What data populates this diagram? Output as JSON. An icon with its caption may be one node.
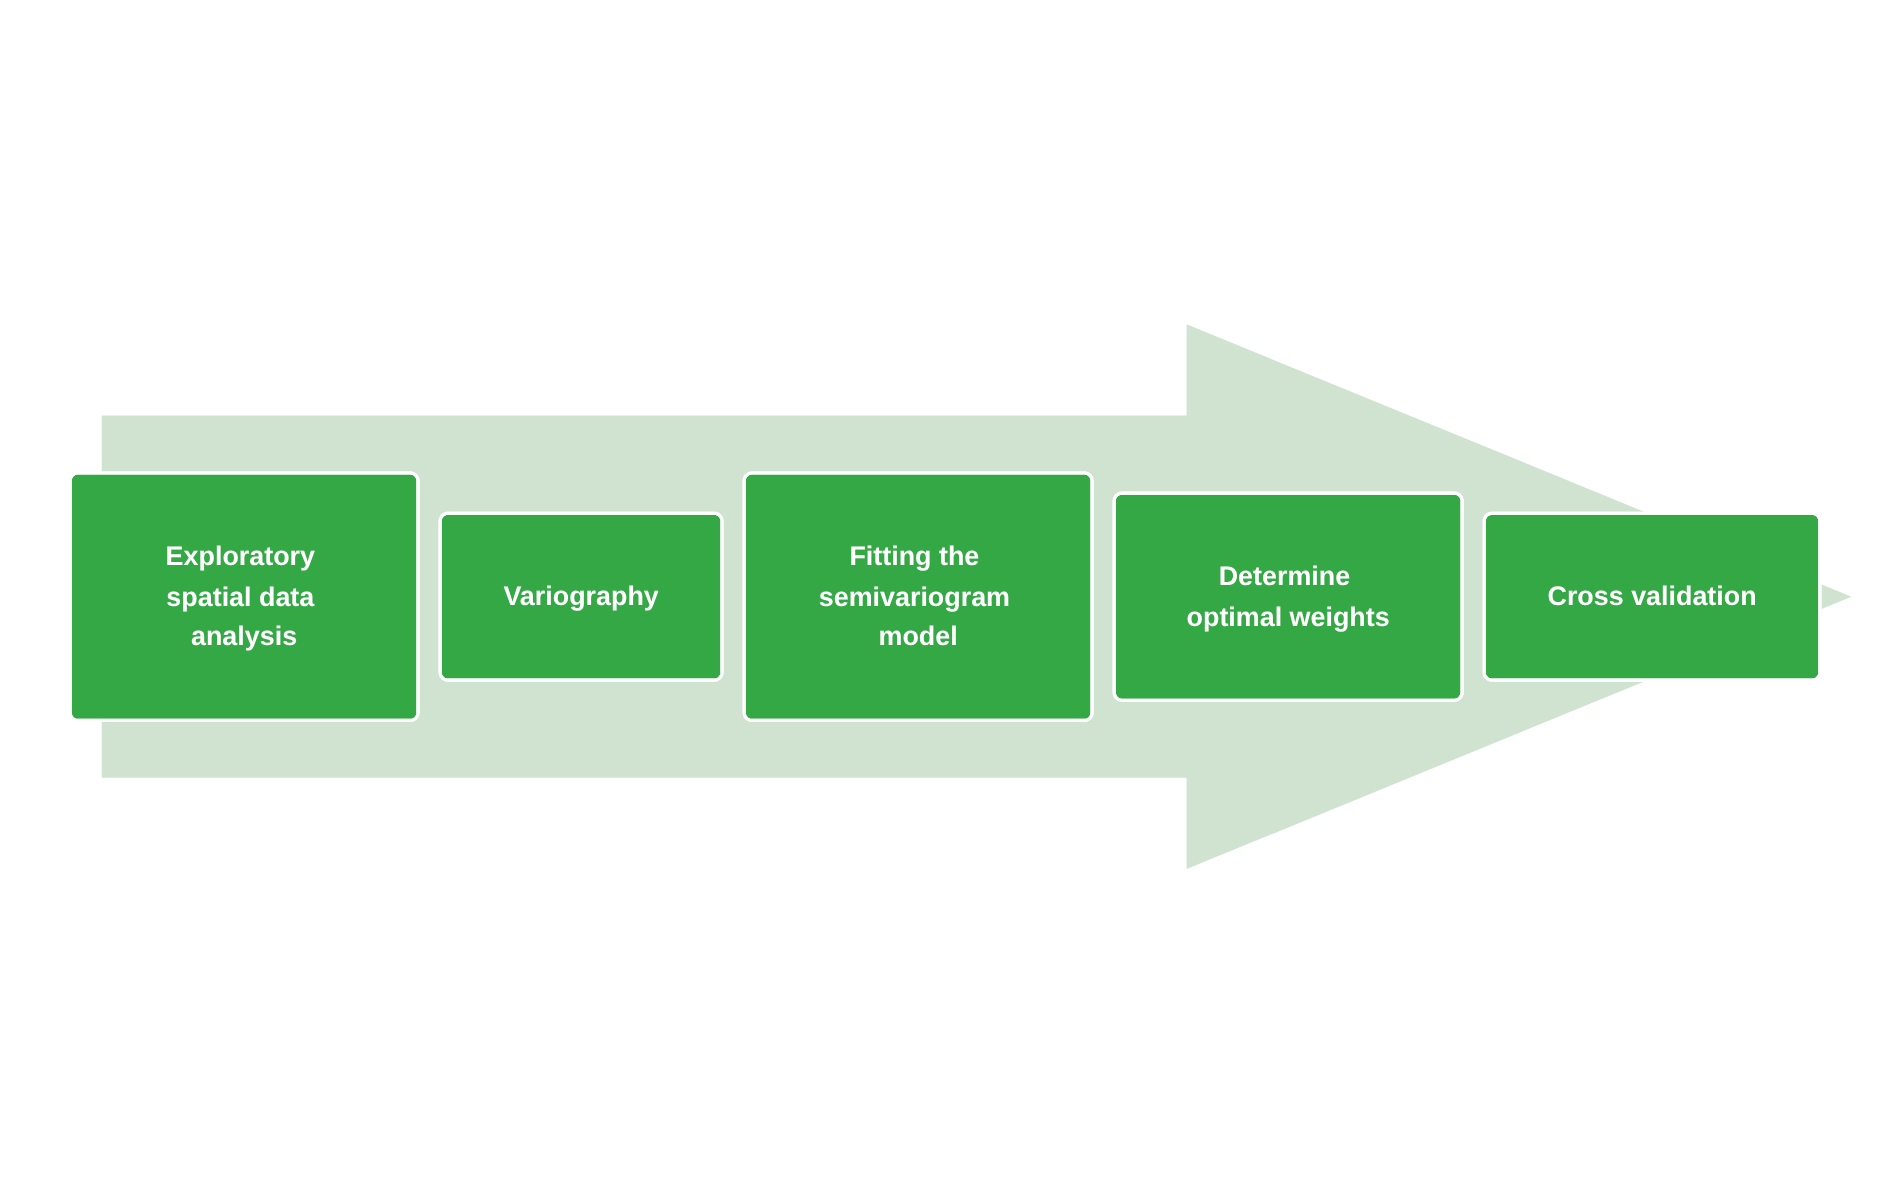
{
  "diagram": {
    "nodes": [
      {
        "text": [
          "Exploratory spatial data analysis"
        ]
      },
      {
        "text": [
          "Variography"
        ]
      },
      {
        "text": [
          "Fitting the semivariogram model"
        ]
      },
      {
        "text": [
          "Determine optimal weights"
        ]
      },
      {
        "text": [
          "Cross validation"
        ]
      }
    ],
    "edges": [
      {
        "from": 0,
        "to": 4,
        "arrow": "to",
        "style": "thick",
        "color": "#cfe3d0"
      }
    ]
  }
}
